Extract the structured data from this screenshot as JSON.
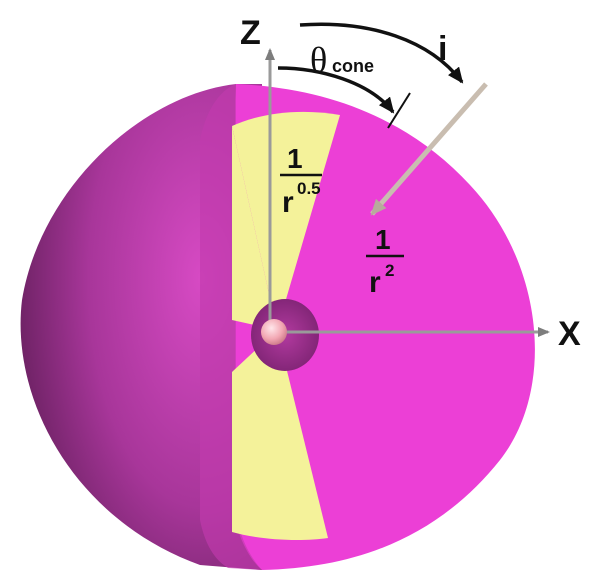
{
  "labels": {
    "z_axis": "Z",
    "x_axis": "X",
    "incident": "i",
    "theta_symbol": "θ",
    "theta_sub": "cone",
    "cone_density_num": "1",
    "cone_density_base": "r",
    "cone_density_exp": "0.5",
    "outer_density_num": "1",
    "outer_density_base": "r",
    "outer_density_exp": "2"
  },
  "colors": {
    "sphere_face": "#ec3fd6",
    "sphere_shell_dark": "#8a2a7f",
    "sphere_shell_mid": "#c23aae",
    "cone": "#f4f29a",
    "core": "#f5b9c2",
    "axis": "#9a9a9a",
    "arrow_i": "#c9bdb0"
  }
}
